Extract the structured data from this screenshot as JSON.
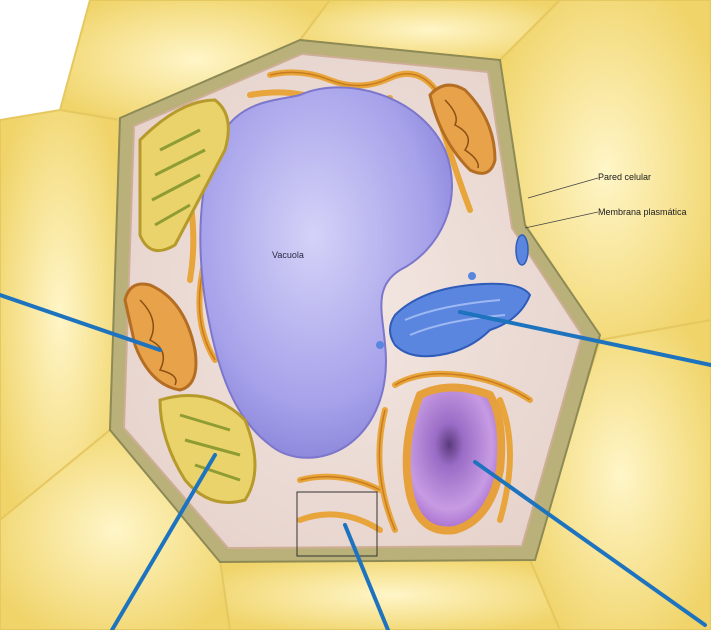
{
  "labels": {
    "vacuole": "Vacuola",
    "cell_wall": "Pared celular",
    "plasma_membrane": "Membrana plasmática"
  },
  "colors": {
    "background": "#ffffff",
    "neighbor_cells": "#f3dd7c",
    "cell_wall": "#b9b07a",
    "cytoplasm": "#ecdcd6",
    "vacuole": "#a9a4ec",
    "golgi": "#5b86df",
    "nucleus": "#b882d6",
    "chloroplast": "#e8cf5a",
    "mitochondria": "#e5a03a",
    "er": "#e8a53c",
    "pointer_line": "#1e73be"
  }
}
